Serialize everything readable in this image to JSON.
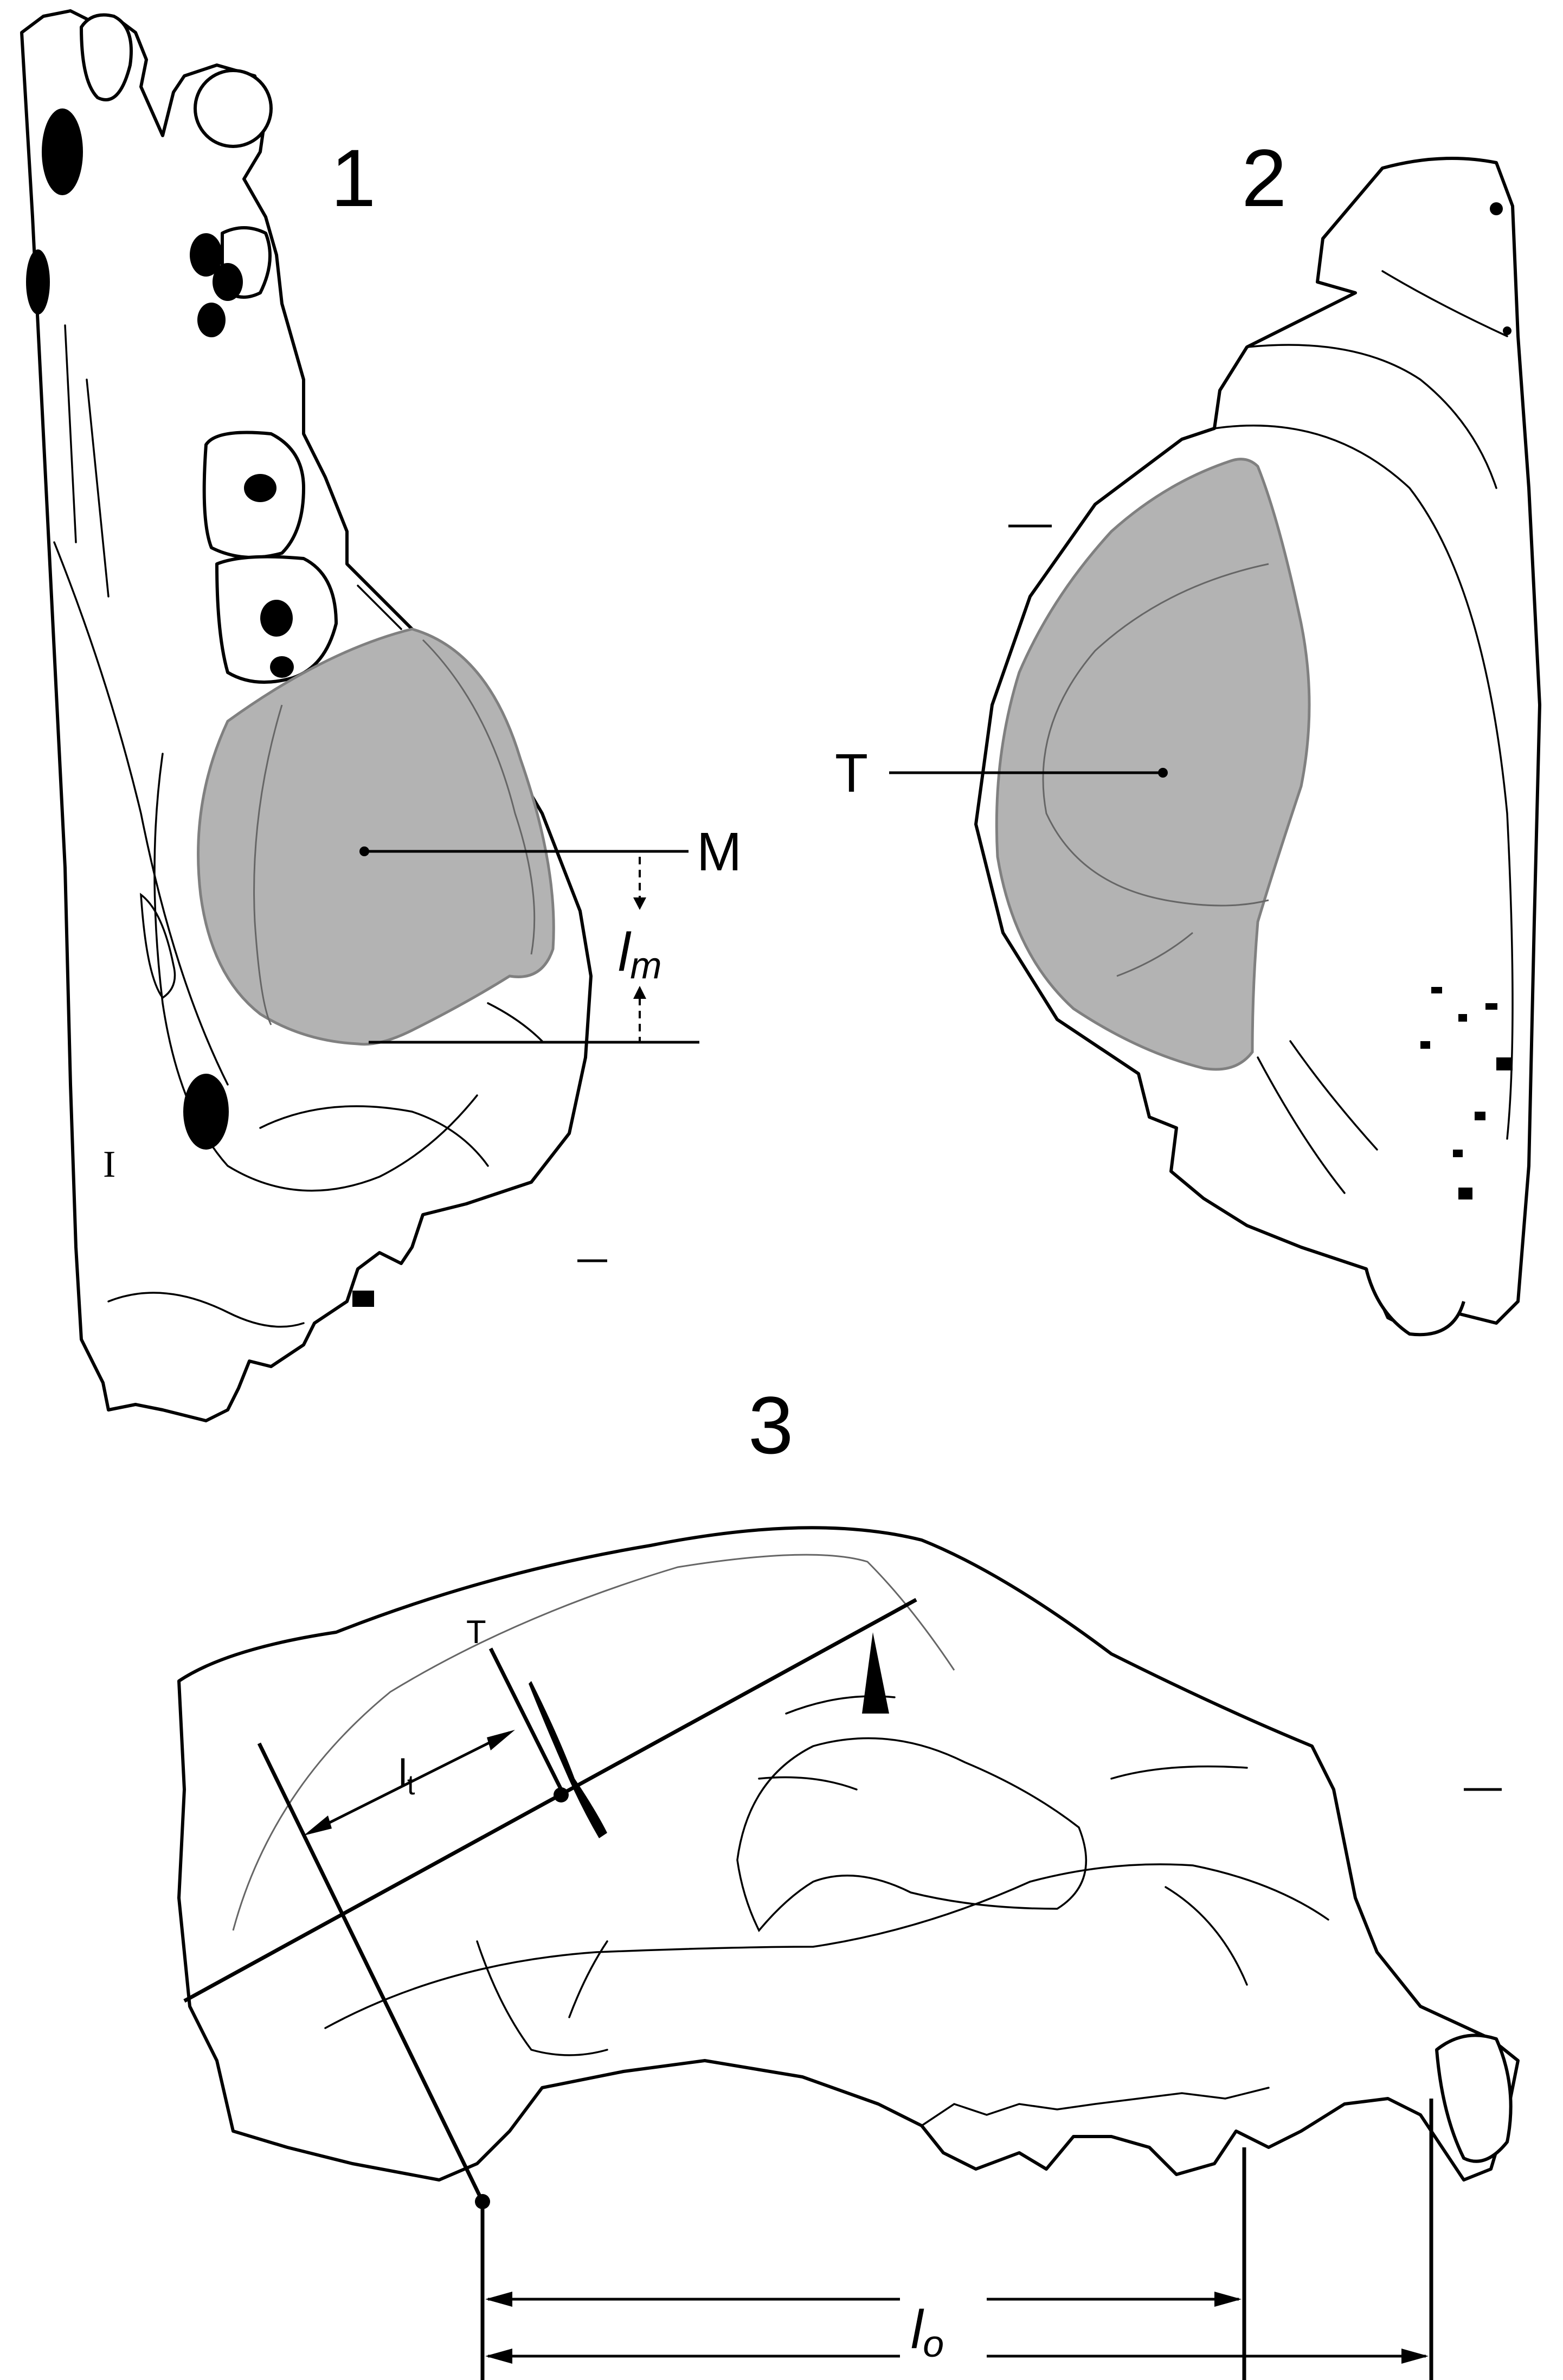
{
  "panels": [
    {
      "number": "1",
      "labels": {
        "muscle": "M",
        "measure": "l",
        "measure_sub": "m",
        "scale_tick": "I"
      }
    },
    {
      "number": "2",
      "labels": {
        "muscle": "T"
      }
    },
    {
      "number": "3",
      "labels": {
        "top_point": "T",
        "lever": "l",
        "lever_sub": "t",
        "outlever": "l",
        "outlever_sub": "o"
      }
    }
  ],
  "colors": {
    "muscle_fill": "#b3b3b3",
    "muscle_stroke": "#808080",
    "line": "#000000"
  }
}
